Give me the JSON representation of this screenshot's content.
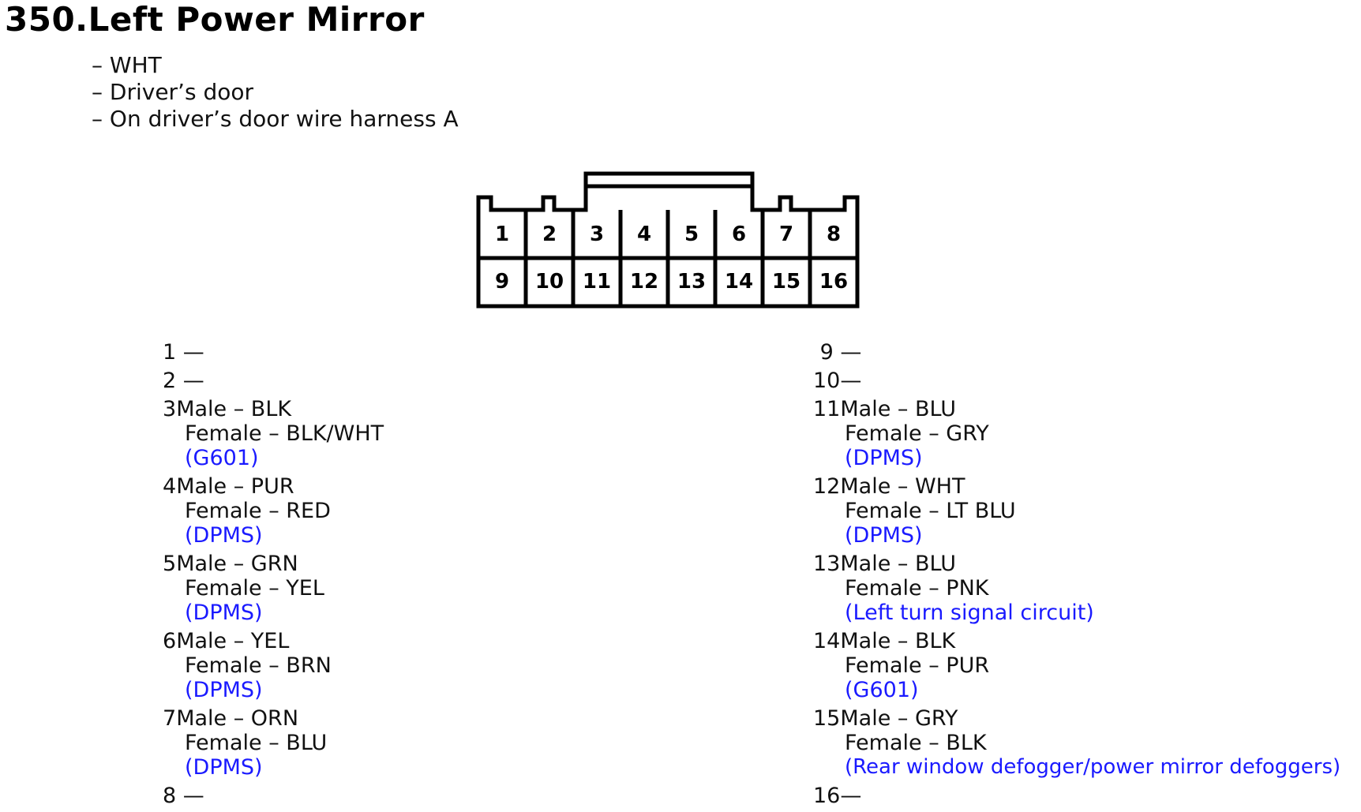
{
  "header": {
    "title": "350.Left Power Mirror",
    "details": [
      "– WHT",
      "– Driver’s door",
      "– On driver’s door wire harness A"
    ]
  },
  "connector": {
    "top_row": [
      "1",
      "2",
      "3",
      "4",
      "5",
      "6",
      "7",
      "8"
    ],
    "bottom_row": [
      "9",
      "10",
      "11",
      "12",
      "13",
      "14",
      "15",
      "16"
    ]
  },
  "left_pins": [
    {
      "num": "1 —",
      "male": "",
      "female": "",
      "note": ""
    },
    {
      "num": "2 —",
      "male": "",
      "female": "",
      "note": ""
    },
    {
      "num": "3",
      "male": "Male – BLK",
      "female": "Female – BLK/WHT",
      "note": "(G601)"
    },
    {
      "num": "4",
      "male": "Male – PUR",
      "female": "Female – RED",
      "note": "(DPMS)"
    },
    {
      "num": "5",
      "male": "Male – GRN",
      "female": "Female – YEL",
      "note": "(DPMS)"
    },
    {
      "num": "6",
      "male": "Male – YEL",
      "female": "Female – BRN",
      "note": "(DPMS)"
    },
    {
      "num": "7",
      "male": "Male – ORN",
      "female": "Female – BLU",
      "note": "(DPMS)"
    },
    {
      "num": "8 —",
      "male": "",
      "female": "",
      "note": ""
    }
  ],
  "right_pins": [
    {
      "num": " 9 —",
      "male": "",
      "female": "",
      "note": ""
    },
    {
      "num": "10—",
      "male": "",
      "female": "",
      "note": ""
    },
    {
      "num": "11",
      "male": "Male – BLU",
      "female": "Female – GRY",
      "note": "(DPMS)"
    },
    {
      "num": "12",
      "male": "Male – WHT",
      "female": "Female – LT BLU",
      "note": "(DPMS)"
    },
    {
      "num": "13",
      "male": "Male – BLU",
      "female": "Female – PNK",
      "note": "(Left turn signal circuit)"
    },
    {
      "num": "14",
      "male": "Male – BLK",
      "female": "Female – PUR",
      "note": "(G601)"
    },
    {
      "num": "15",
      "male": "Male – GRY",
      "female": "Female – BLK",
      "note": "(Rear window defogger/power mirror defoggers)"
    },
    {
      "num": "16—",
      "male": "",
      "female": "",
      "note": ""
    }
  ],
  "colors": {
    "note": "#1a1aff",
    "text": "#111111"
  }
}
